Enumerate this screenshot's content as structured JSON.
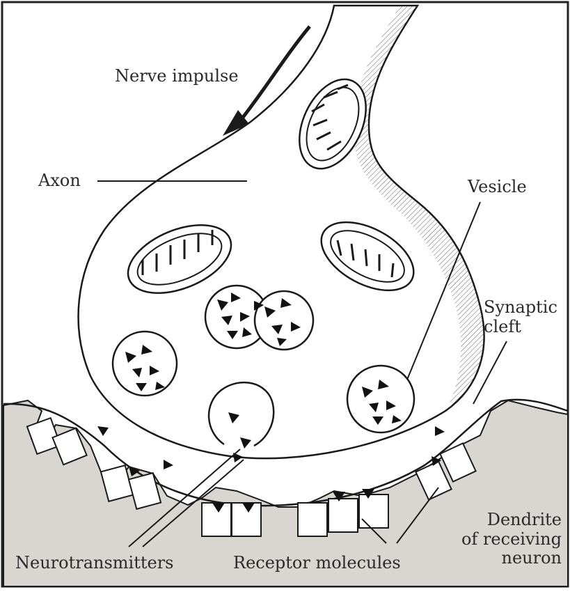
{
  "diagram": {
    "labels": {
      "nerve_impulse": "Nerve impulse",
      "axon": "Axon",
      "vesicle": "Vesicle",
      "synaptic_cleft_line1": "Synaptic",
      "synaptic_cleft_line2": "cleft",
      "dendrite_line1": "Dendrite",
      "dendrite_line2": "of receiving",
      "dendrite_line3": "neuron",
      "neurotransmitters": "Neurotransmitters",
      "receptor_molecules": "Receptor molecules"
    },
    "colors": {
      "ink": "#1a1a1a",
      "dendrite_fill": "#d9d6d2",
      "background": "#ffffff"
    }
  }
}
